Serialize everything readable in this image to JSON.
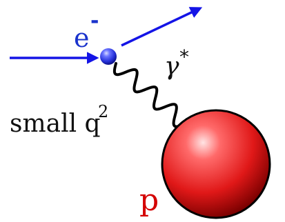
{
  "labels": {
    "electron_symbol": "e",
    "electron_charge": "-",
    "photon_symbol": "γ",
    "photon_star": "*",
    "momentum_text": "small q",
    "momentum_exponent": "2",
    "proton_symbol": "p"
  },
  "colors": {
    "arrow": "#1414e6",
    "electron_text": "#1a33cc",
    "electron_ball": "#2f3ce0",
    "proton_ball": "#e01818",
    "proton_text": "#d40000",
    "wavy_line": "#000000",
    "text": "#111111"
  },
  "icons": {
    "incoming_arrow": "arrow-right-icon",
    "outgoing_arrow": "arrow-up-right-icon"
  }
}
